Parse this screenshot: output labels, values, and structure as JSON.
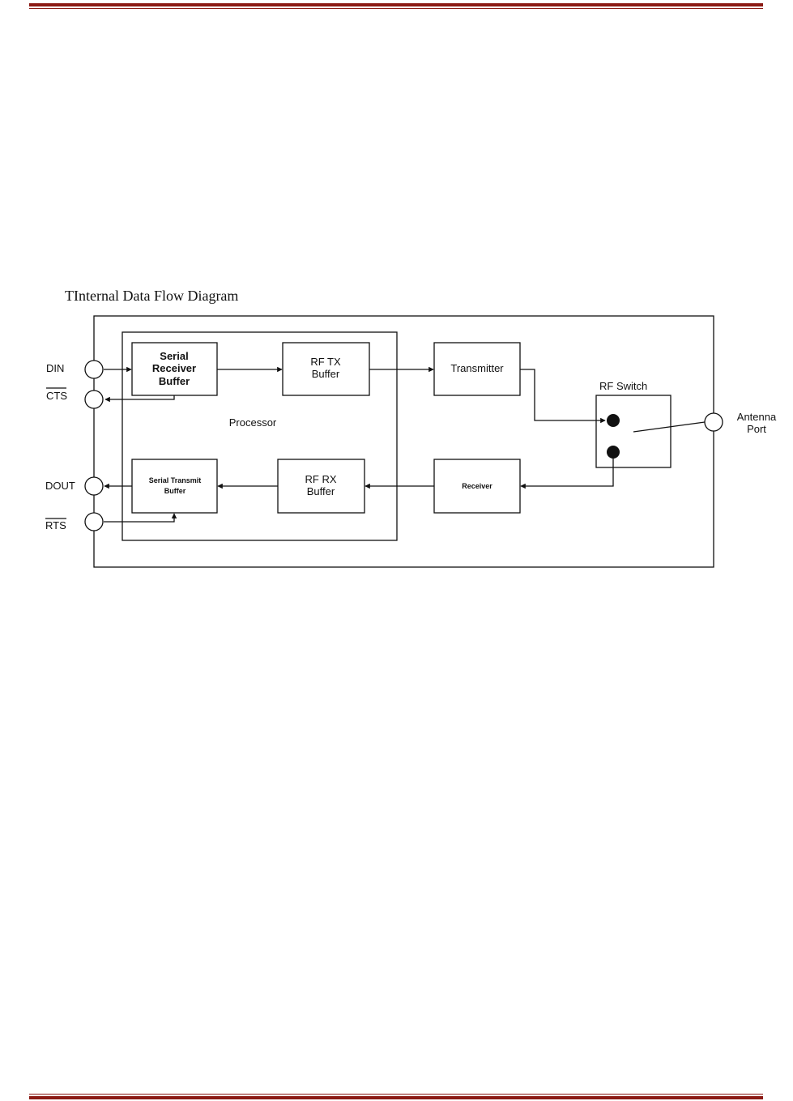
{
  "page": {
    "accent_color": "#8b1a14"
  },
  "diagram": {
    "title": "TInternal Data Flow Diagram",
    "pins": {
      "din": "DIN",
      "cts": "CTS",
      "dout": "DOUT",
      "rts": "RTS",
      "antenna_line1": "Antenna",
      "antenna_line2": "Port"
    },
    "processor_label": "Processor",
    "serial_receiver": [
      "Serial",
      "Receiver",
      "Buffer"
    ],
    "rf_tx": [
      "RF TX",
      "Buffer"
    ],
    "transmitter": "Transmitter",
    "rf_switch": "RF Switch",
    "serial_transmit": [
      "Serial Transmit",
      "Buffer"
    ],
    "rf_rx": [
      "RF RX",
      "Buffer"
    ],
    "receiver": "Receiver"
  }
}
